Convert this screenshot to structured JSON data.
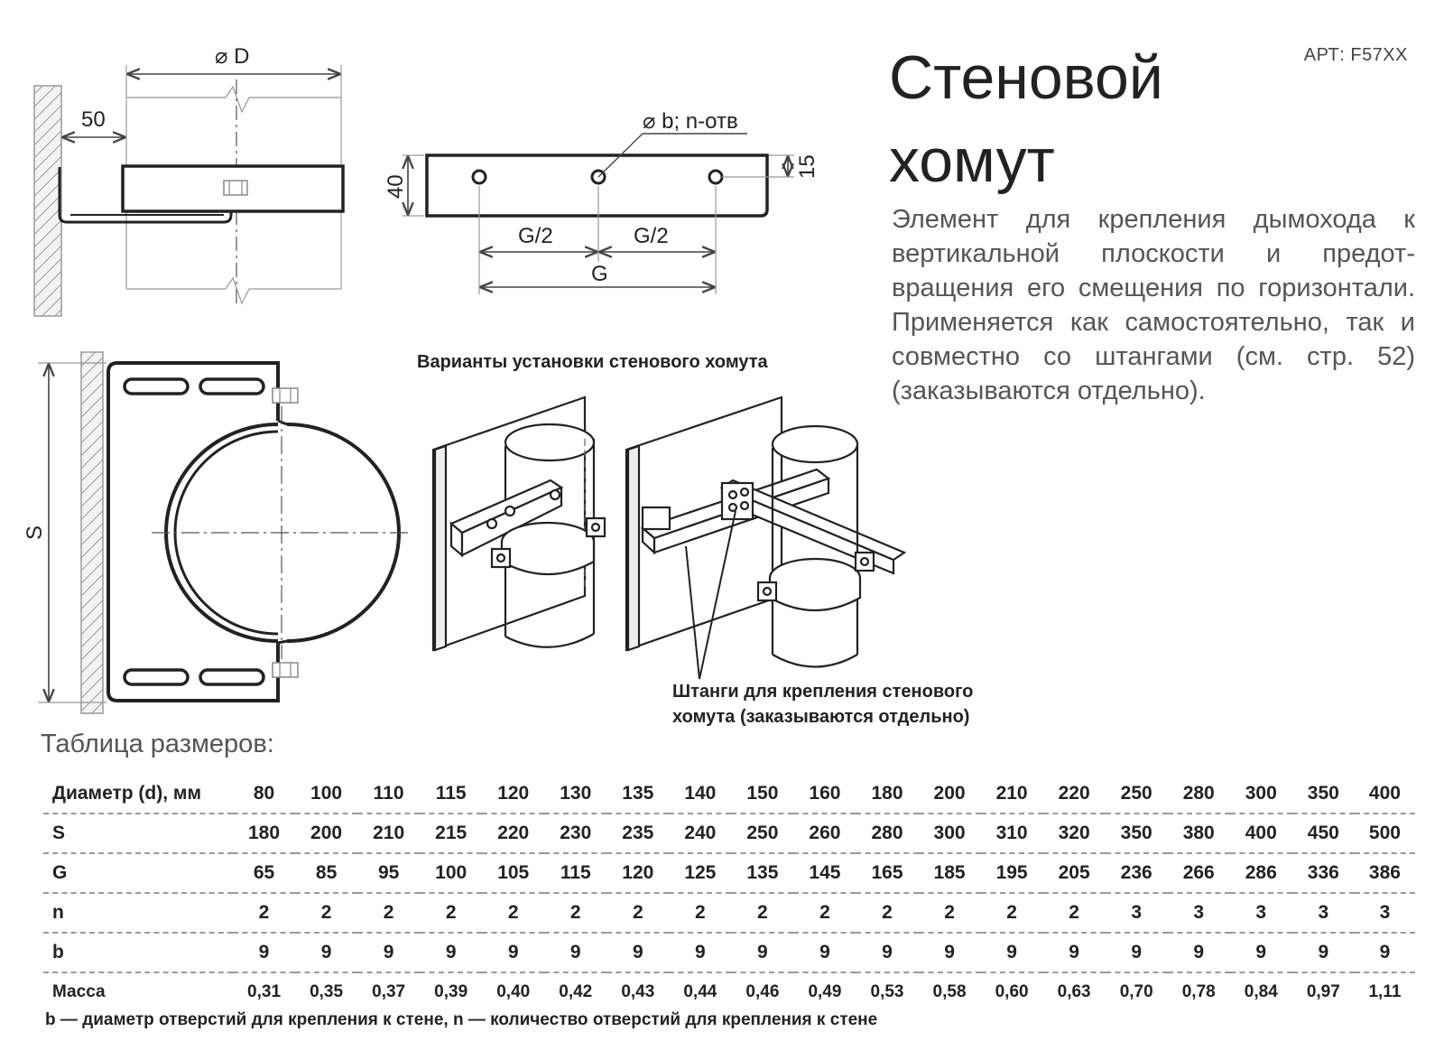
{
  "header": {
    "art": "АРТ: F57XX",
    "title_line1": "Стеновой",
    "title_line2": "хомут",
    "description": "Элемент для крепления дымохода к вертикальной плоскости и предот­вращения его смещения по горизон­тали. Применяется как самостоятель­но, так и совместно со штангами (см. стр. 52) (заказываются отдельно)."
  },
  "drawing_labels": {
    "diam_D": "⌀ D",
    "offset_50": "50",
    "holes": "⌀ b; n-отв",
    "height_40": "40",
    "edge_15": "15",
    "half_g_left": "G/2",
    "half_g_right": "G/2",
    "g": "G",
    "s": "S",
    "variants_caption": "Варианты установки стенового хомута",
    "rods_caption_line1": "Штанги для крепления стенового",
    "rods_caption_line2": "хомута (заказываются отдельно)"
  },
  "table": {
    "title": "Таблица размеров:",
    "rows": [
      {
        "label": "Диаметр (d), мм",
        "values": [
          "80",
          "100",
          "110",
          "115",
          "120",
          "130",
          "135",
          "140",
          "150",
          "160",
          "180",
          "200",
          "210",
          "220",
          "250",
          "280",
          "300",
          "350",
          "400"
        ]
      },
      {
        "label": "S",
        "values": [
          "180",
          "200",
          "210",
          "215",
          "220",
          "230",
          "235",
          "240",
          "250",
          "260",
          "280",
          "300",
          "310",
          "320",
          "350",
          "380",
          "400",
          "450",
          "500"
        ]
      },
      {
        "label": "G",
        "values": [
          "65",
          "85",
          "95",
          "100",
          "105",
          "115",
          "120",
          "125",
          "135",
          "145",
          "165",
          "185",
          "195",
          "205",
          "236",
          "266",
          "286",
          "336",
          "386"
        ]
      },
      {
        "label": "n",
        "values": [
          "2",
          "2",
          "2",
          "2",
          "2",
          "2",
          "2",
          "2",
          "2",
          "2",
          "2",
          "2",
          "2",
          "2",
          "3",
          "3",
          "3",
          "3",
          "3"
        ]
      },
      {
        "label": "b",
        "values": [
          "9",
          "9",
          "9",
          "9",
          "9",
          "9",
          "9",
          "9",
          "9",
          "9",
          "9",
          "9",
          "9",
          "9",
          "9",
          "9",
          "9",
          "9",
          "9"
        ]
      },
      {
        "label": "Масса",
        "values": [
          "0,31",
          "0,35",
          "0,37",
          "0,39",
          "0,40",
          "0,42",
          "0,43",
          "0,44",
          "0,46",
          "0,49",
          "0,53",
          "0,58",
          "0,60",
          "0,63",
          "0,70",
          "0,78",
          "0,84",
          "0,97",
          "1,11"
        ]
      }
    ],
    "footnote": "b — диаметр отверстий для крепления к стене, n — количество отверстий для крепления к стене"
  }
}
